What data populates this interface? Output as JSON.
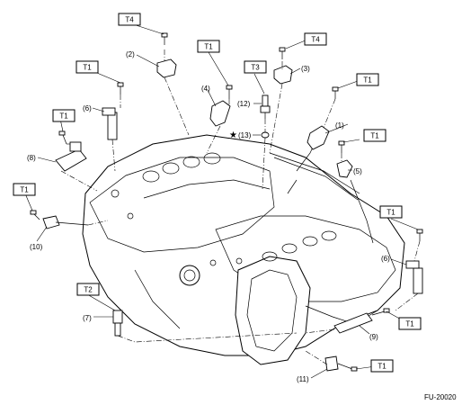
{
  "diagram_code": "FU-20020",
  "torque_tags": [
    {
      "id": "t4a",
      "text": "T4"
    },
    {
      "id": "t1a",
      "text": "T1"
    },
    {
      "id": "t4b",
      "text": "T4"
    },
    {
      "id": "t3",
      "text": "T3"
    },
    {
      "id": "t1b",
      "text": "T1"
    },
    {
      "id": "t1c",
      "text": "T1"
    },
    {
      "id": "t1d",
      "text": "T1"
    },
    {
      "id": "t1e",
      "text": "T1"
    },
    {
      "id": "t1f",
      "text": "T1"
    },
    {
      "id": "t1g",
      "text": "T1"
    },
    {
      "id": "t2",
      "text": "T2"
    },
    {
      "id": "t1h",
      "text": "T1"
    },
    {
      "id": "t1i",
      "text": "T1"
    }
  ],
  "part_numbers": [
    {
      "id": "p1",
      "text": "(1)"
    },
    {
      "id": "p2",
      "text": "(2)"
    },
    {
      "id": "p3",
      "text": "(3)"
    },
    {
      "id": "p4",
      "text": "(4)"
    },
    {
      "id": "p5",
      "text": "(5)"
    },
    {
      "id": "p6a",
      "text": "(6)"
    },
    {
      "id": "p6b",
      "text": "(6)"
    },
    {
      "id": "p7",
      "text": "(7)"
    },
    {
      "id": "p8",
      "text": "(8)"
    },
    {
      "id": "p9",
      "text": "(9)"
    },
    {
      "id": "p10",
      "text": "(10)"
    },
    {
      "id": "p11",
      "text": "(11)"
    },
    {
      "id": "p12",
      "text": "(12)"
    },
    {
      "id": "p13",
      "text": "(13)"
    }
  ],
  "replace_symbol": "★"
}
